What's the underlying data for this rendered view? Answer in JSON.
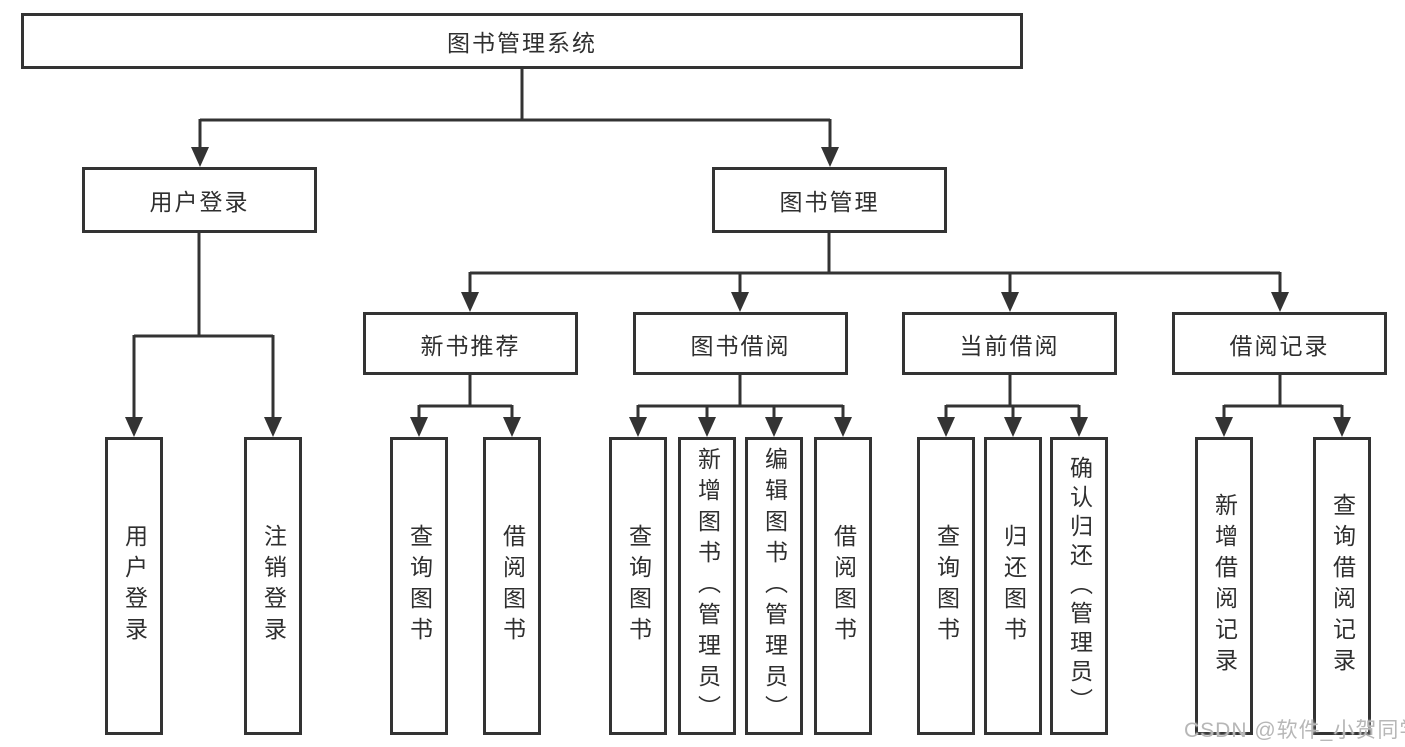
{
  "root": {
    "label": "图书管理系统"
  },
  "user_login": {
    "label": "用户登录",
    "children": [
      {
        "label": "用户登录"
      },
      {
        "label": "注销登录"
      }
    ]
  },
  "book_management": {
    "label": "图书管理",
    "sections": [
      {
        "label": "新书推荐",
        "children": [
          {
            "label": "查询图书"
          },
          {
            "label": "借阅图书"
          }
        ]
      },
      {
        "label": "图书借阅",
        "children": [
          {
            "label": "查询图书"
          },
          {
            "label": "新增图书（管理员）"
          },
          {
            "label": "编辑图书（管理员）"
          },
          {
            "label": "借阅图书"
          }
        ]
      },
      {
        "label": "当前借阅",
        "children": [
          {
            "label": "查询图书"
          },
          {
            "label": "归还图书"
          },
          {
            "label": "确认归还（管理员）"
          }
        ]
      },
      {
        "label": "借阅记录",
        "children": [
          {
            "label": "新增借阅记录"
          },
          {
            "label": "查询借阅记录"
          }
        ]
      }
    ]
  },
  "watermark": {
    "text": "CSDN @软件_小贺同学"
  },
  "colors": {
    "line": "#333333",
    "text": "#2f2f2f",
    "background": "#ffffff",
    "watermark": "#b7b7b7"
  }
}
